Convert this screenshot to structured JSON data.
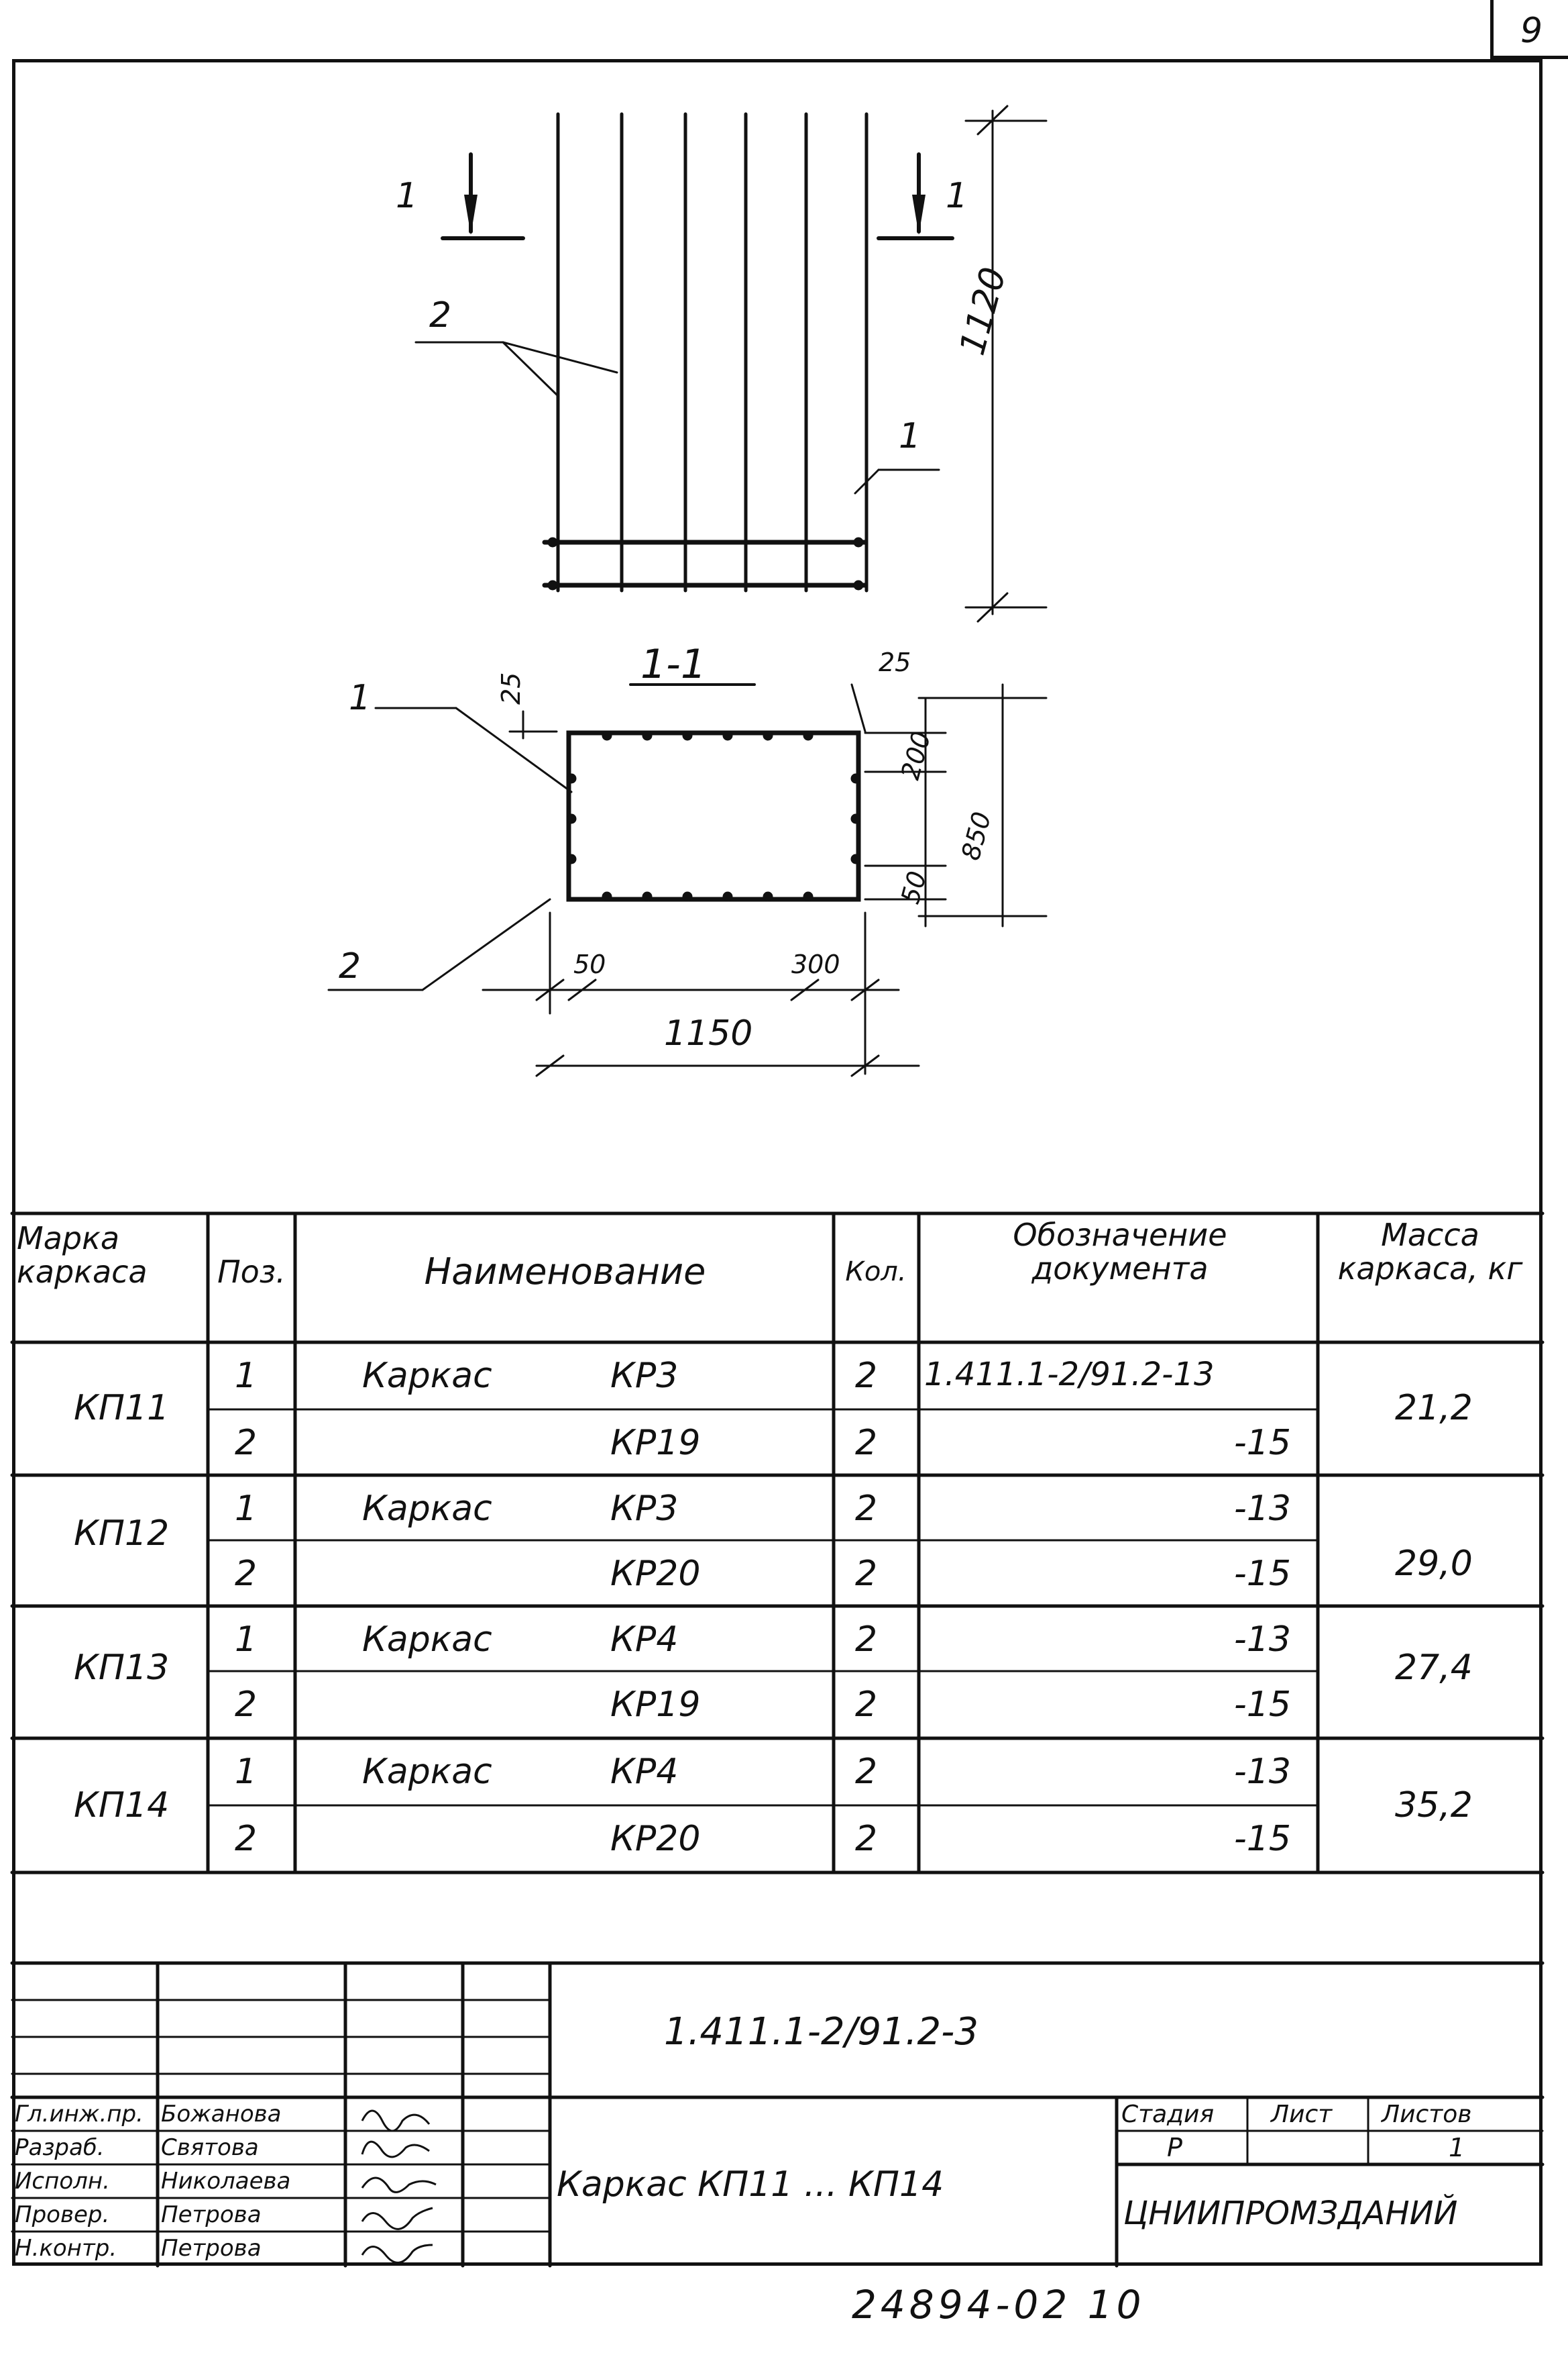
{
  "sheet_number": "9",
  "drawing": {
    "section_mark_left": "1",
    "section_mark_right": "1",
    "section_title": "1-1",
    "labels": {
      "plan_pos2": "2",
      "plan_pos1": "1",
      "section_pos1": "1",
      "section_pos2": "2"
    },
    "dimensions": {
      "height_1120": "1120",
      "top_25_left": "25",
      "top_25_right": "25",
      "d200": "200",
      "d850": "850",
      "d50_vertical": "50",
      "d50_horizontal": "50",
      "d300": "300",
      "d1150": "1150"
    }
  },
  "spec_table": {
    "headers": {
      "mark": "Марка каркаса",
      "pos": "Поз.",
      "name": "Наименование",
      "qty": "Кол.",
      "doc": "Обозначение документа",
      "mass": "Масса каркаса, кг"
    },
    "groups": [
      {
        "mark": "КП11",
        "mass": "21,2",
        "rows": [
          {
            "pos": "1",
            "name": "Каркас",
            "item": "КР3",
            "qty": "2",
            "doc": "1.411.1-2/91.2-13"
          },
          {
            "pos": "2",
            "name": "",
            "item": "КР19",
            "qty": "2",
            "doc": "-15"
          }
        ]
      },
      {
        "mark": "КП12",
        "mass": "29,0",
        "rows": [
          {
            "pos": "1",
            "name": "Каркас",
            "item": "КР3",
            "qty": "2",
            "doc": "-13"
          },
          {
            "pos": "2",
            "name": "",
            "item": "КР20",
            "qty": "2",
            "doc": "-15"
          }
        ]
      },
      {
        "mark": "КП13",
        "mass": "27,4",
        "rows": [
          {
            "pos": "1",
            "name": "Каркас",
            "item": "КР4",
            "qty": "2",
            "doc": "-13"
          },
          {
            "pos": "2",
            "name": "",
            "item": "КР19",
            "qty": "2",
            "doc": "-15"
          }
        ]
      },
      {
        "mark": "КП14",
        "mass": "35,2",
        "rows": [
          {
            "pos": "1",
            "name": "Каркас",
            "item": "КР4",
            "qty": "2",
            "doc": "-13"
          },
          {
            "pos": "2",
            "name": "",
            "item": "КР20",
            "qty": "2",
            "doc": "-15"
          }
        ]
      }
    ]
  },
  "title_block": {
    "doc_code": "1.411.1-2/91.2-3",
    "title": "Каркас КП11 ... КП14",
    "stage_label": "Стадия",
    "sheet_label": "Лист",
    "sheets_label": "Листов",
    "stage": "Р",
    "sheet": "",
    "sheets": "1",
    "organization": "ЦНИИПРОМЗДАНИЙ",
    "signatures": [
      {
        "role": "Гл.инж.пр.",
        "name": "Божанова"
      },
      {
        "role": "Разраб.",
        "name": "Святова"
      },
      {
        "role": "Исполн.",
        "name": "Николаева"
      },
      {
        "role": "Провер.",
        "name": "Петрова"
      },
      {
        "role": "Н.контр.",
        "name": "Петрова"
      }
    ]
  },
  "footer_code": "24894-02 10"
}
